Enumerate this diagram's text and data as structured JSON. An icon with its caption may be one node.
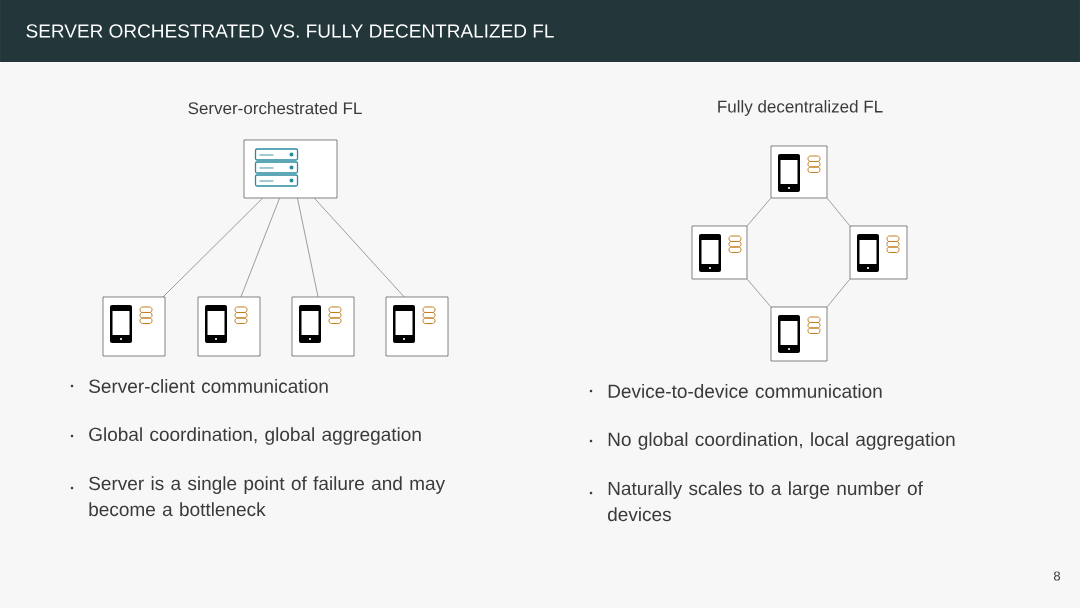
{
  "diagram": {
    "title": "SERVER ORCHESTRATED VS. FULLY DECENTRALIZED FL",
    "nodes": [
      {
        "text": [],
        "shape": "box"
      },
      {
        "text": [],
        "shape": "box"
      },
      {
        "text": [],
        "shape": "box"
      },
      {
        "text": [],
        "shape": "box"
      },
      {
        "text": [],
        "shape": "box"
      },
      {
        "text": [],
        "shape": "box"
      },
      {
        "text": [],
        "shape": "box"
      },
      {
        "text": [],
        "shape": "box"
      },
      {
        "text": [],
        "shape": "box"
      }
    ],
    "edges": [
      {
        "from": 0,
        "to": 1,
        "arrow": "none"
      },
      {
        "from": 0,
        "to": 2,
        "arrow": "none"
      },
      {
        "from": 0,
        "to": 3,
        "arrow": "none"
      },
      {
        "from": 0,
        "to": 4,
        "arrow": "none"
      },
      {
        "from": 5,
        "to": 6,
        "arrow": "none"
      },
      {
        "from": 5,
        "to": 7,
        "arrow": "none"
      },
      {
        "from": 6,
        "to": 8,
        "arrow": "none"
      },
      {
        "from": 7,
        "to": 8,
        "arrow": "none"
      }
    ],
    "labels": [
      "Server-orchestrated FL",
      "Fully decentralized FL",
      "Server-client communication",
      "Global coordination, global aggregation",
      "Server is a single point of failure and may become a bottleneck",
      "Device-to-device communication",
      "No global coordination, local aggregation",
      "Naturally scales to a large number of devices",
      "8"
    ]
  }
}
